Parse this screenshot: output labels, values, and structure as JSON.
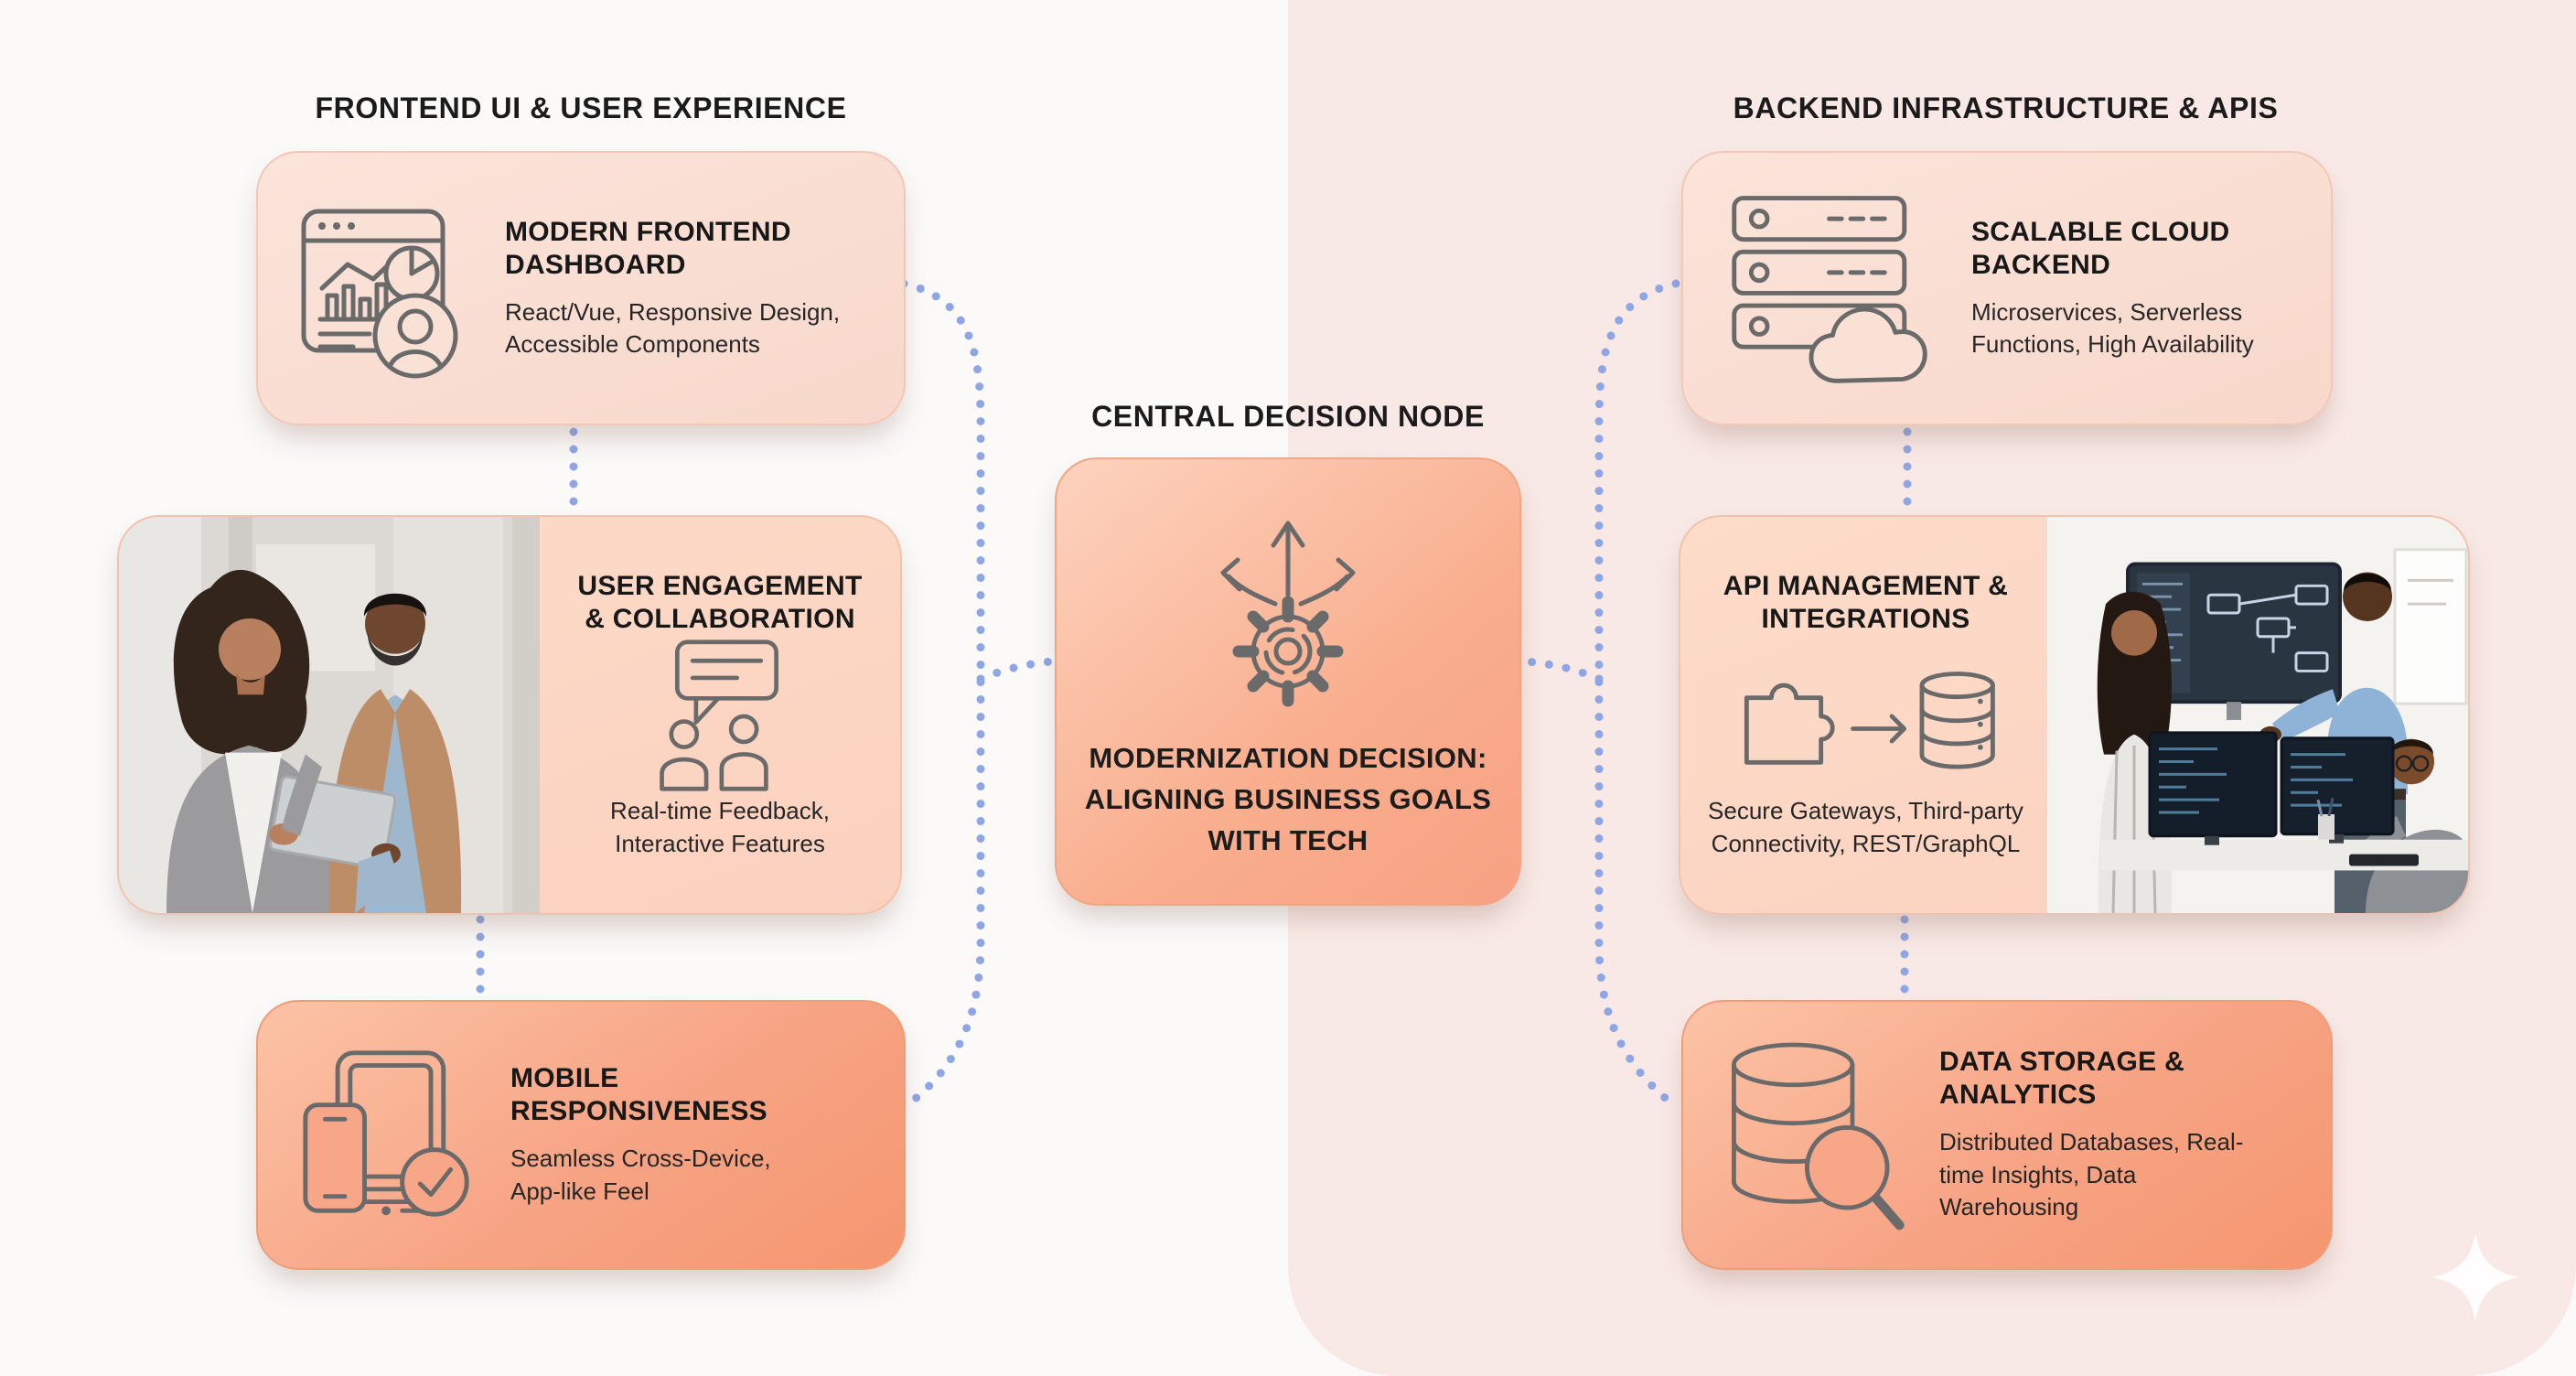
{
  "background": {
    "left_color": "#fbfaf9",
    "right_panel_color": "#f9e9e6",
    "connector_color": "#8ea6e3",
    "sparkle_icon_color": "#ffffff"
  },
  "left_column": {
    "header": "FRONTEND UI & USER EXPERIENCE",
    "cards": [
      {
        "title": "MODERN FRONTEND DASHBOARD",
        "description": "React/Vue, Responsive Design, Accessible Components",
        "icon": "dashboard-browser-icon"
      },
      {
        "title": "USER ENGAGEMENT & COLLABORATION",
        "description": "Real-time Feedback, Interactive Features",
        "icon": "chat-people-icon",
        "photo": "two-colleagues-with-tablet"
      },
      {
        "title": "MOBILE RESPONSIVENESS",
        "description": "Seamless Cross-Device, App-like Feel",
        "icon": "devices-check-icon"
      }
    ]
  },
  "center": {
    "header": "CENTRAL DECISION NODE",
    "card": {
      "title": "MODERNIZATION DECISION: ALIGNING BUSINESS GOALS WITH TECH",
      "icon": "decision-gear-arrows-icon"
    }
  },
  "right_column": {
    "header": "BACKEND INFRASTRUCTURE & APIS",
    "cards": [
      {
        "title": "SCALABLE CLOUD BACKEND",
        "description": "Microservices, Serverless Functions, High Availability",
        "icon": "server-cloud-icon"
      },
      {
        "title": "API MANAGEMENT & INTEGRATIONS",
        "description": "Secure Gateways, Third-party Connectivity, REST/GraphQL",
        "icon": "puzzle-database-icon",
        "photo": "team-discussing-architecture-on-monitors"
      },
      {
        "title": "DATA STORAGE & ANALYTICS",
        "description": "Distributed Databases, Real-time Insights, Data Warehousing",
        "icon": "database-search-icon"
      }
    ]
  }
}
